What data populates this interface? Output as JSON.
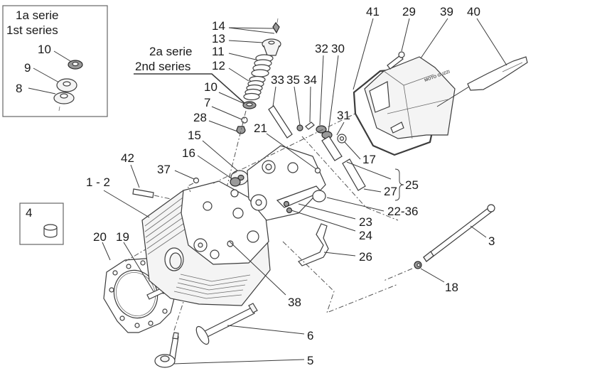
{
  "diagram": {
    "title": "Cylinder head exploded view",
    "inset_first_series": {
      "line1": "1a serie",
      "line2": "1st series",
      "callouts": [
        "10",
        "9",
        "8"
      ]
    },
    "note_second_series": {
      "line1": "2a serie",
      "line2": "2nd series"
    },
    "inset_part4": {
      "label": "4"
    },
    "brand_marking": "MOTO GUZZI",
    "callouts": {
      "c14": "14",
      "c13": "13",
      "c11": "11",
      "c12": "12",
      "c10": "10",
      "c7": "7",
      "c28": "28",
      "c15": "15",
      "c16": "16",
      "c37": "37",
      "c42": "42",
      "c1_2": "1  -  2",
      "c20": "20",
      "c19": "19",
      "c33": "33",
      "c35": "35",
      "c34": "34",
      "c32": "32",
      "c30": "30",
      "c21": "21",
      "c31": "31",
      "c17": "17",
      "c41": "41",
      "c29": "29",
      "c39": "39",
      "c40": "40",
      "c25": "25",
      "c27": "27",
      "c22_36": "22-36",
      "c23": "23",
      "c24": "24",
      "c26": "26",
      "c3": "3",
      "c18": "18",
      "c38": "38",
      "c6": "6",
      "c5": "5"
    }
  }
}
